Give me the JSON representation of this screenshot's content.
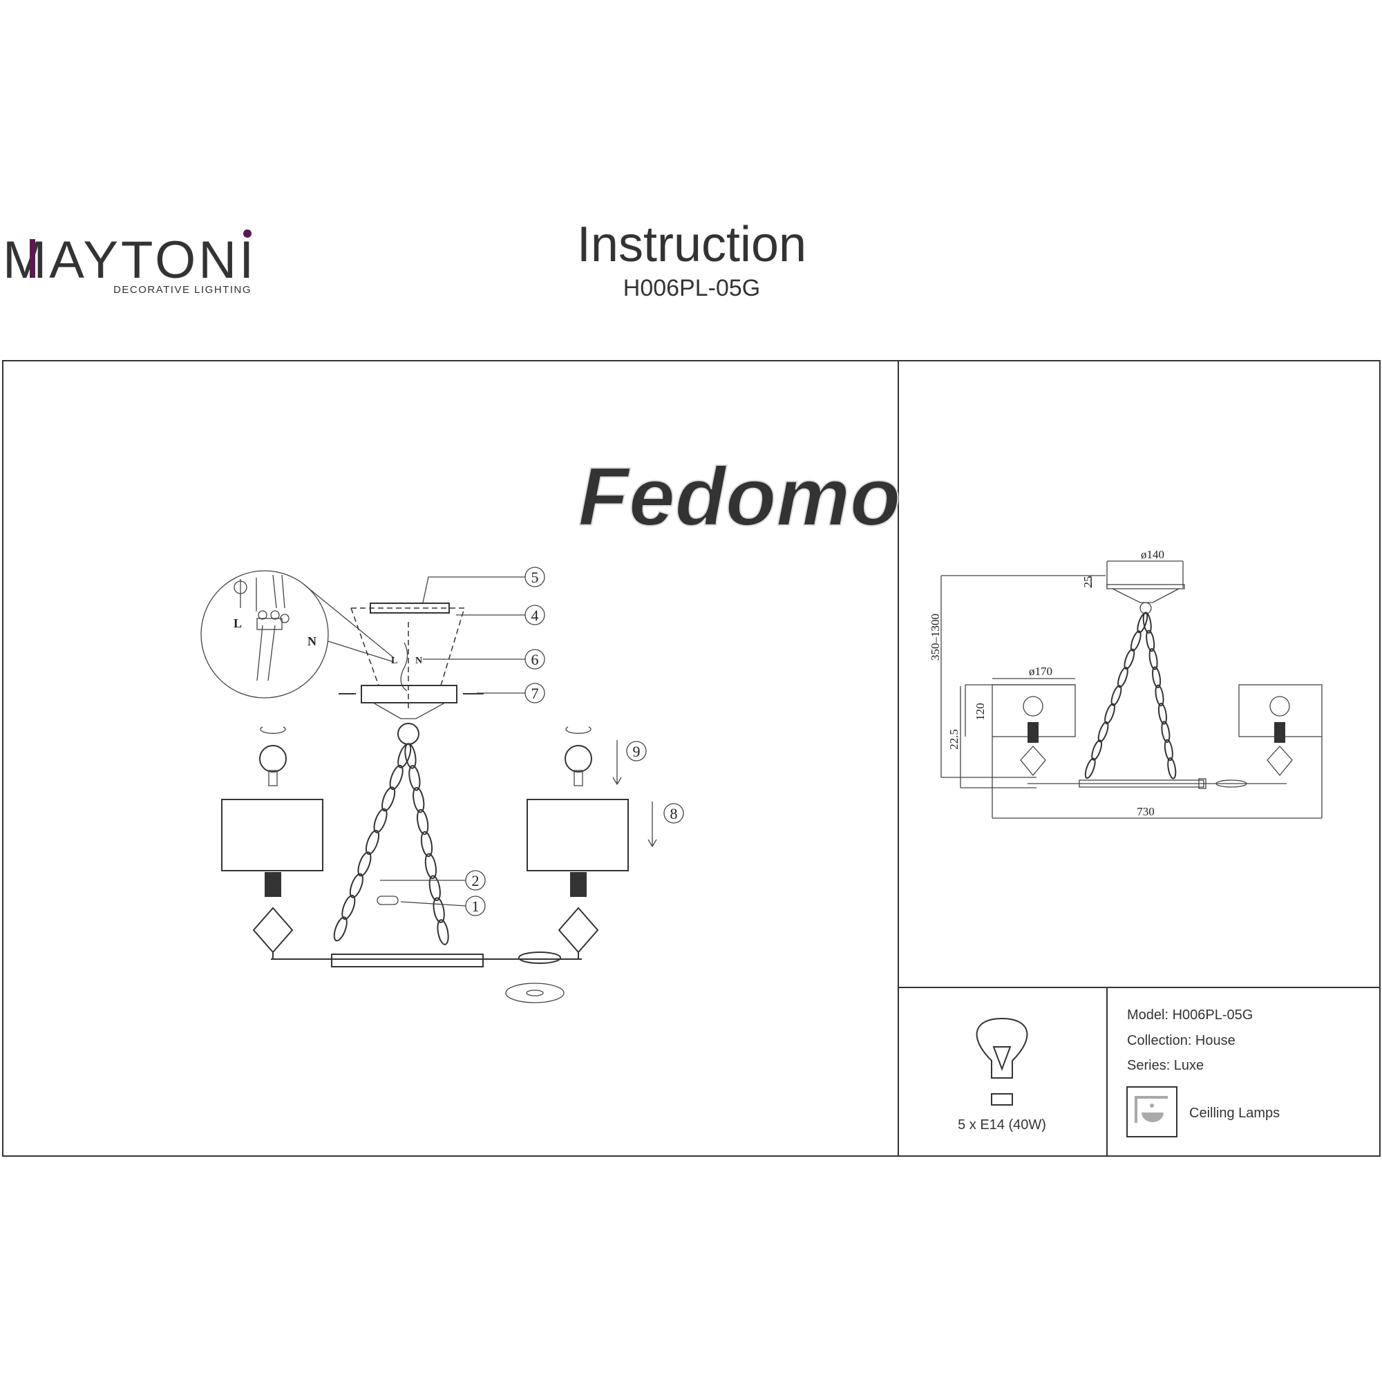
{
  "header": {
    "brand": "MAYTONI",
    "brand_tagline": "DECORATIVE LIGHTING",
    "title": "Instruction",
    "model_code": "H006PL-05G"
  },
  "assembly": {
    "callouts": [
      "1",
      "2",
      "4",
      "5",
      "6",
      "7",
      "8",
      "9"
    ],
    "wire_labels": {
      "live": "L",
      "neutral": "N"
    },
    "watermark": "Fedomo"
  },
  "dimensions": {
    "canopy_diameter": "ø140",
    "canopy_height": "25",
    "total_height": "350–1300",
    "shade_diameter": "ø170",
    "shade_height": "120",
    "arm_height": "22.5",
    "total_width": "730"
  },
  "specs": {
    "bulb": "5 x E14 (40W)",
    "model": "Model: H006PL-05G",
    "collection": "Collection: House",
    "series": "Series: Luxe",
    "category": "Ceilling Lamps"
  },
  "colors": {
    "brand_accent": "#5a1a4e",
    "line": "#333333"
  }
}
